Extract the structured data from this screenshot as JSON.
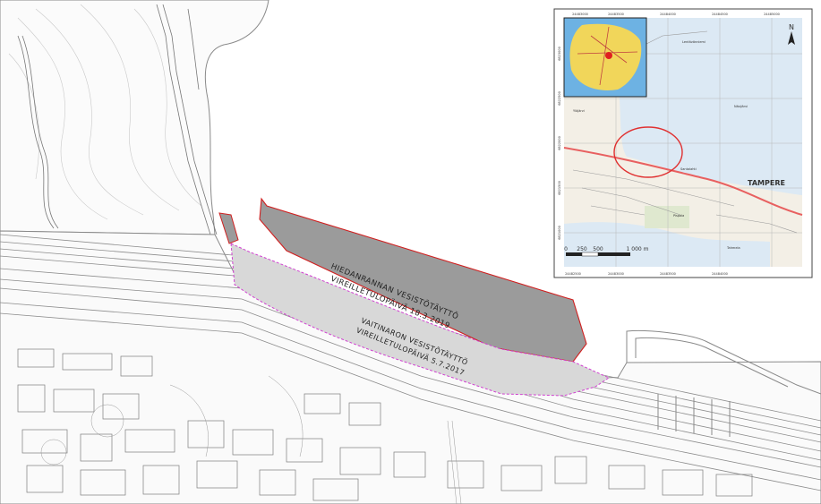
{
  "colors": {
    "water_bg": "#ffffff",
    "base_line": "#8a8a8a",
    "fill_dark": "#9a9a9a",
    "fill_light": "#d6d6d6",
    "outline_red": "#d02020",
    "outline_magenta": "#d040d0",
    "inset_water": "#dce9f4",
    "inset_land": "#f3efe6",
    "inset_road": "#e86060",
    "inset_circle": "#e03030"
  },
  "areas": [
    {
      "id": "hiedanranta",
      "line1": "HIEDANRANNAN VESISTÖTÄYTTÖ",
      "line2": "VIREILLETULOPÄIVÄ 18.3.2019"
    },
    {
      "id": "vaitinaro",
      "line1": "VAITINARON VESISTÖTÄYTTÖ",
      "line2": "VIREILLETULOPÄIVÄ 5.7.2017"
    }
  ],
  "inset": {
    "city_label": "TAMPERE",
    "north": "N",
    "scale_ticks": [
      "0",
      "250",
      "500",
      "1 000 m"
    ],
    "top_coords": [
      "24483000",
      "24483500",
      "24484000",
      "24484500",
      "24485000"
    ],
    "bottom_coords": [
      "24482500",
      "24483000",
      "24483500",
      "24484000"
    ],
    "left_coords": [
      "6823000",
      "6822500",
      "6822000",
      "6821500",
      "6821000"
    ],
    "small_labels": [
      "Lentävänniemi",
      "Santalahti",
      "Pispala",
      "Tahmela",
      "Ylöjärvi",
      "Näsijärvi"
    ]
  }
}
